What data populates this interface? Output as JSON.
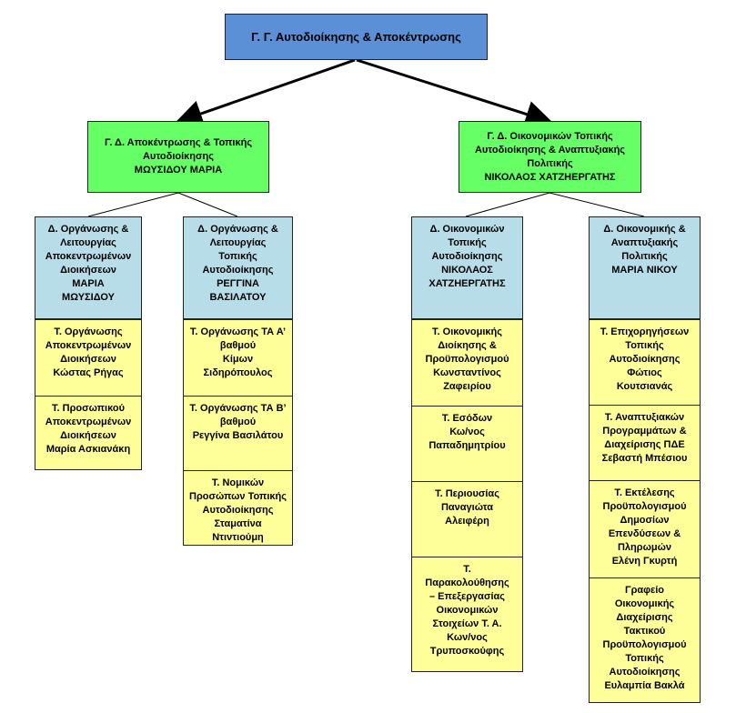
{
  "root": {
    "label": "Γ. Γ. Αυτοδιοίκησης & Αποκέντρωσης"
  },
  "gd_left": {
    "label": "Γ. Δ. Αποκέντρωσης & Τοπικής\nΑυτοδιοίκησης\nΜΩΥΣΙΔΟΥ ΜΑΡΙΑ"
  },
  "gd_right": {
    "label": "Γ. Δ. Οικονομικών Τοπικής\nΑυτοδιοίκησης & Αναπτυξιακής\nΠολιτικής\nΝΙΚΟΛΑΟΣ ΧΑΤΖΗΕΡΓΑΤΗΣ"
  },
  "directorates": [
    {
      "label": "Δ. Οργάνωσης &\nΛειτουργίας\nΑποκεντρωμένων\nΔιοικήσεων\nΜΑΡΙΑ\nΜΩΥΣΙΔΟΥ"
    },
    {
      "label": "Δ. Οργάνωσης &\nΛειτουργίας\nΤοπικής\nΑυτοδιοίκησης\nΡΕΓΓΙΝΑ\nΒΑΣΙΛΑΤΟΥ"
    },
    {
      "label": "Δ. Οικονομικών\nΤοπικής\nΑυτοδιοίκησης\nΝΙΚΟΛΑΟΣ\nΧΑΤΖΗΕΡΓΑΤΗΣ"
    },
    {
      "label": "Δ. Οικονομικής &\nΑναπτυξιακής\nΠολιτικής\nΜΑΡΙΑ ΝΙΚΟΥ"
    }
  ],
  "sections_col1": [
    {
      "label": "Τ. Οργάνωσης\nΑποκεντρωμένων\nΔιοικήσεων\nΚώστας Ρήγας"
    },
    {
      "label": "Τ. Προσωπικού\nΑποκεντρωμένων\nΔιοικήσεων\nΜαρία Ασκιανάκη"
    }
  ],
  "sections_col2": [
    {
      "label": "Τ. Οργάνωσης ΤΑ Α’\nβαθμού\nΚίμων\nΣιδηρόπουλος"
    },
    {
      "label": "Τ. Οργάνωσης ΤΑ Β’\nβαθμού\nΡεγγίνα Βασιλάτου"
    },
    {
      "label": "Τ. Νομικών\nΠροσώπων Τοπικής\nΑυτοδιοίκησης\nΣταματίνα\nΝτιντιούμη"
    }
  ],
  "sections_col3": [
    {
      "label": "Τ. Οικονομικής\nΔιοίκησης &\nΠροϋπολογισμού\nΚωνσταντίνος\nΖαφειρίου"
    },
    {
      "label": "Τ. Εσόδων\nΚω/νος\nΠαπαδημητρίου"
    },
    {
      "label": "Τ. Περιουσίας\nΠαναγιώτα\nΑλειφέρη"
    },
    {
      "label": "Τ.\nΠαρακολούθησης\n– Επεξεργασίας\nΟικονομικών\nΣτοιχείων Τ. Α.\nΚων/νος\nΤρυποσκούφης"
    }
  ],
  "sections_col4": [
    {
      "label": "Τ. Επιχορηγήσεων\nΤοπικής\nΑυτοδιοίκησης\nΦώτιος\nΚουτσιανάς"
    },
    {
      "label": "Τ. Αναπτυξιακών\nΠρογραμμάτων &\nΔιαχείρισης ΠΔΕ\nΣεβαστή Μπέσιου"
    },
    {
      "label": "Τ. Εκτέλεσης\nΠροϋπολογισμού\nΔημοσίων\nΕπενδύσεων &\nΠληρωμών\nΕλένη Γκυρτή"
    },
    {
      "label": "Γραφείο\nΟικονομικής\nΔιαχείρισης\nΤακτικού\nΠροϋπολογισμού\nΤοπικής\nΑυτοδιοίκησης\nΕυλαμπία Βακλά"
    }
  ]
}
